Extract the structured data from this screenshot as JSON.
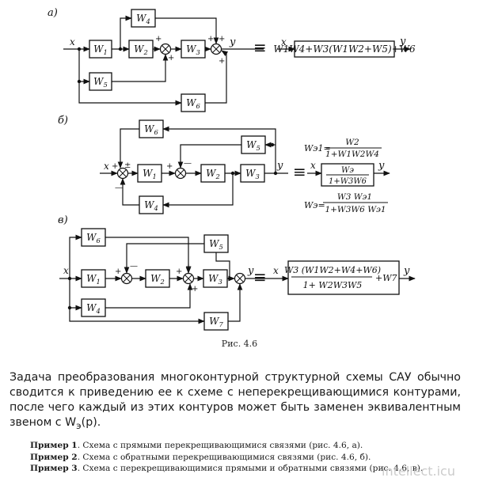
{
  "variant_labels": [
    "а)",
    "б)",
    "в)"
  ],
  "signals": {
    "input": "x",
    "output": "y"
  },
  "equiv_sign": "≡",
  "blocks": {
    "a": [
      "W1",
      "W2",
      "W3",
      "W4",
      "W5",
      "W6"
    ],
    "b": [
      "W1",
      "W2",
      "W3",
      "W4",
      "W5",
      "W6"
    ],
    "c": [
      "W1",
      "W2",
      "W3",
      "W4",
      "W5",
      "W6",
      "W7"
    ]
  },
  "equivalents": {
    "a": "W1W4+W3(W1W2+W5)+W6",
    "b": {
      "w31_lhs": "Wэ1=",
      "w31_num": "W2",
      "w31_den": "1+W1W2W4",
      "block_num": "Wэ",
      "block_den": "1+W3W6",
      "we_lhs": "Wэ=",
      "we_num": "W3 Wэ1",
      "we_den": "1+W3W6 Wэ1"
    },
    "c": {
      "num": "W3 (W1W2+W4+W6)",
      "den": "1+ W2W3W5",
      "tail": "+W7"
    }
  },
  "caption": "Рис. 4.6",
  "paragraph": "Задача преобразования многоконтурной структурной схемы САУ обычно сводится к приведению ее к схеме с неперекрещивающимися контурами, после чего каждый из этих контуров может быть заменен эквивалентным звеном с W",
  "paragraph_sub": "э",
  "paragraph_tail": "(p).",
  "examples": [
    {
      "label": "Пример 1",
      "text": ". Схема с прямыми перекрещивающимися связями (рис. 4.6, а)."
    },
    {
      "label": "Пример 2",
      "text": ". Схема с обратными перекрещивающимися связями (рис. 4.6, б)."
    },
    {
      "label": "Пример 3",
      "text": ". Схема с перекрещивающимися прямыми и обратными связями (рис. 4.6, в)."
    }
  ],
  "watermark": "intellect.icu"
}
